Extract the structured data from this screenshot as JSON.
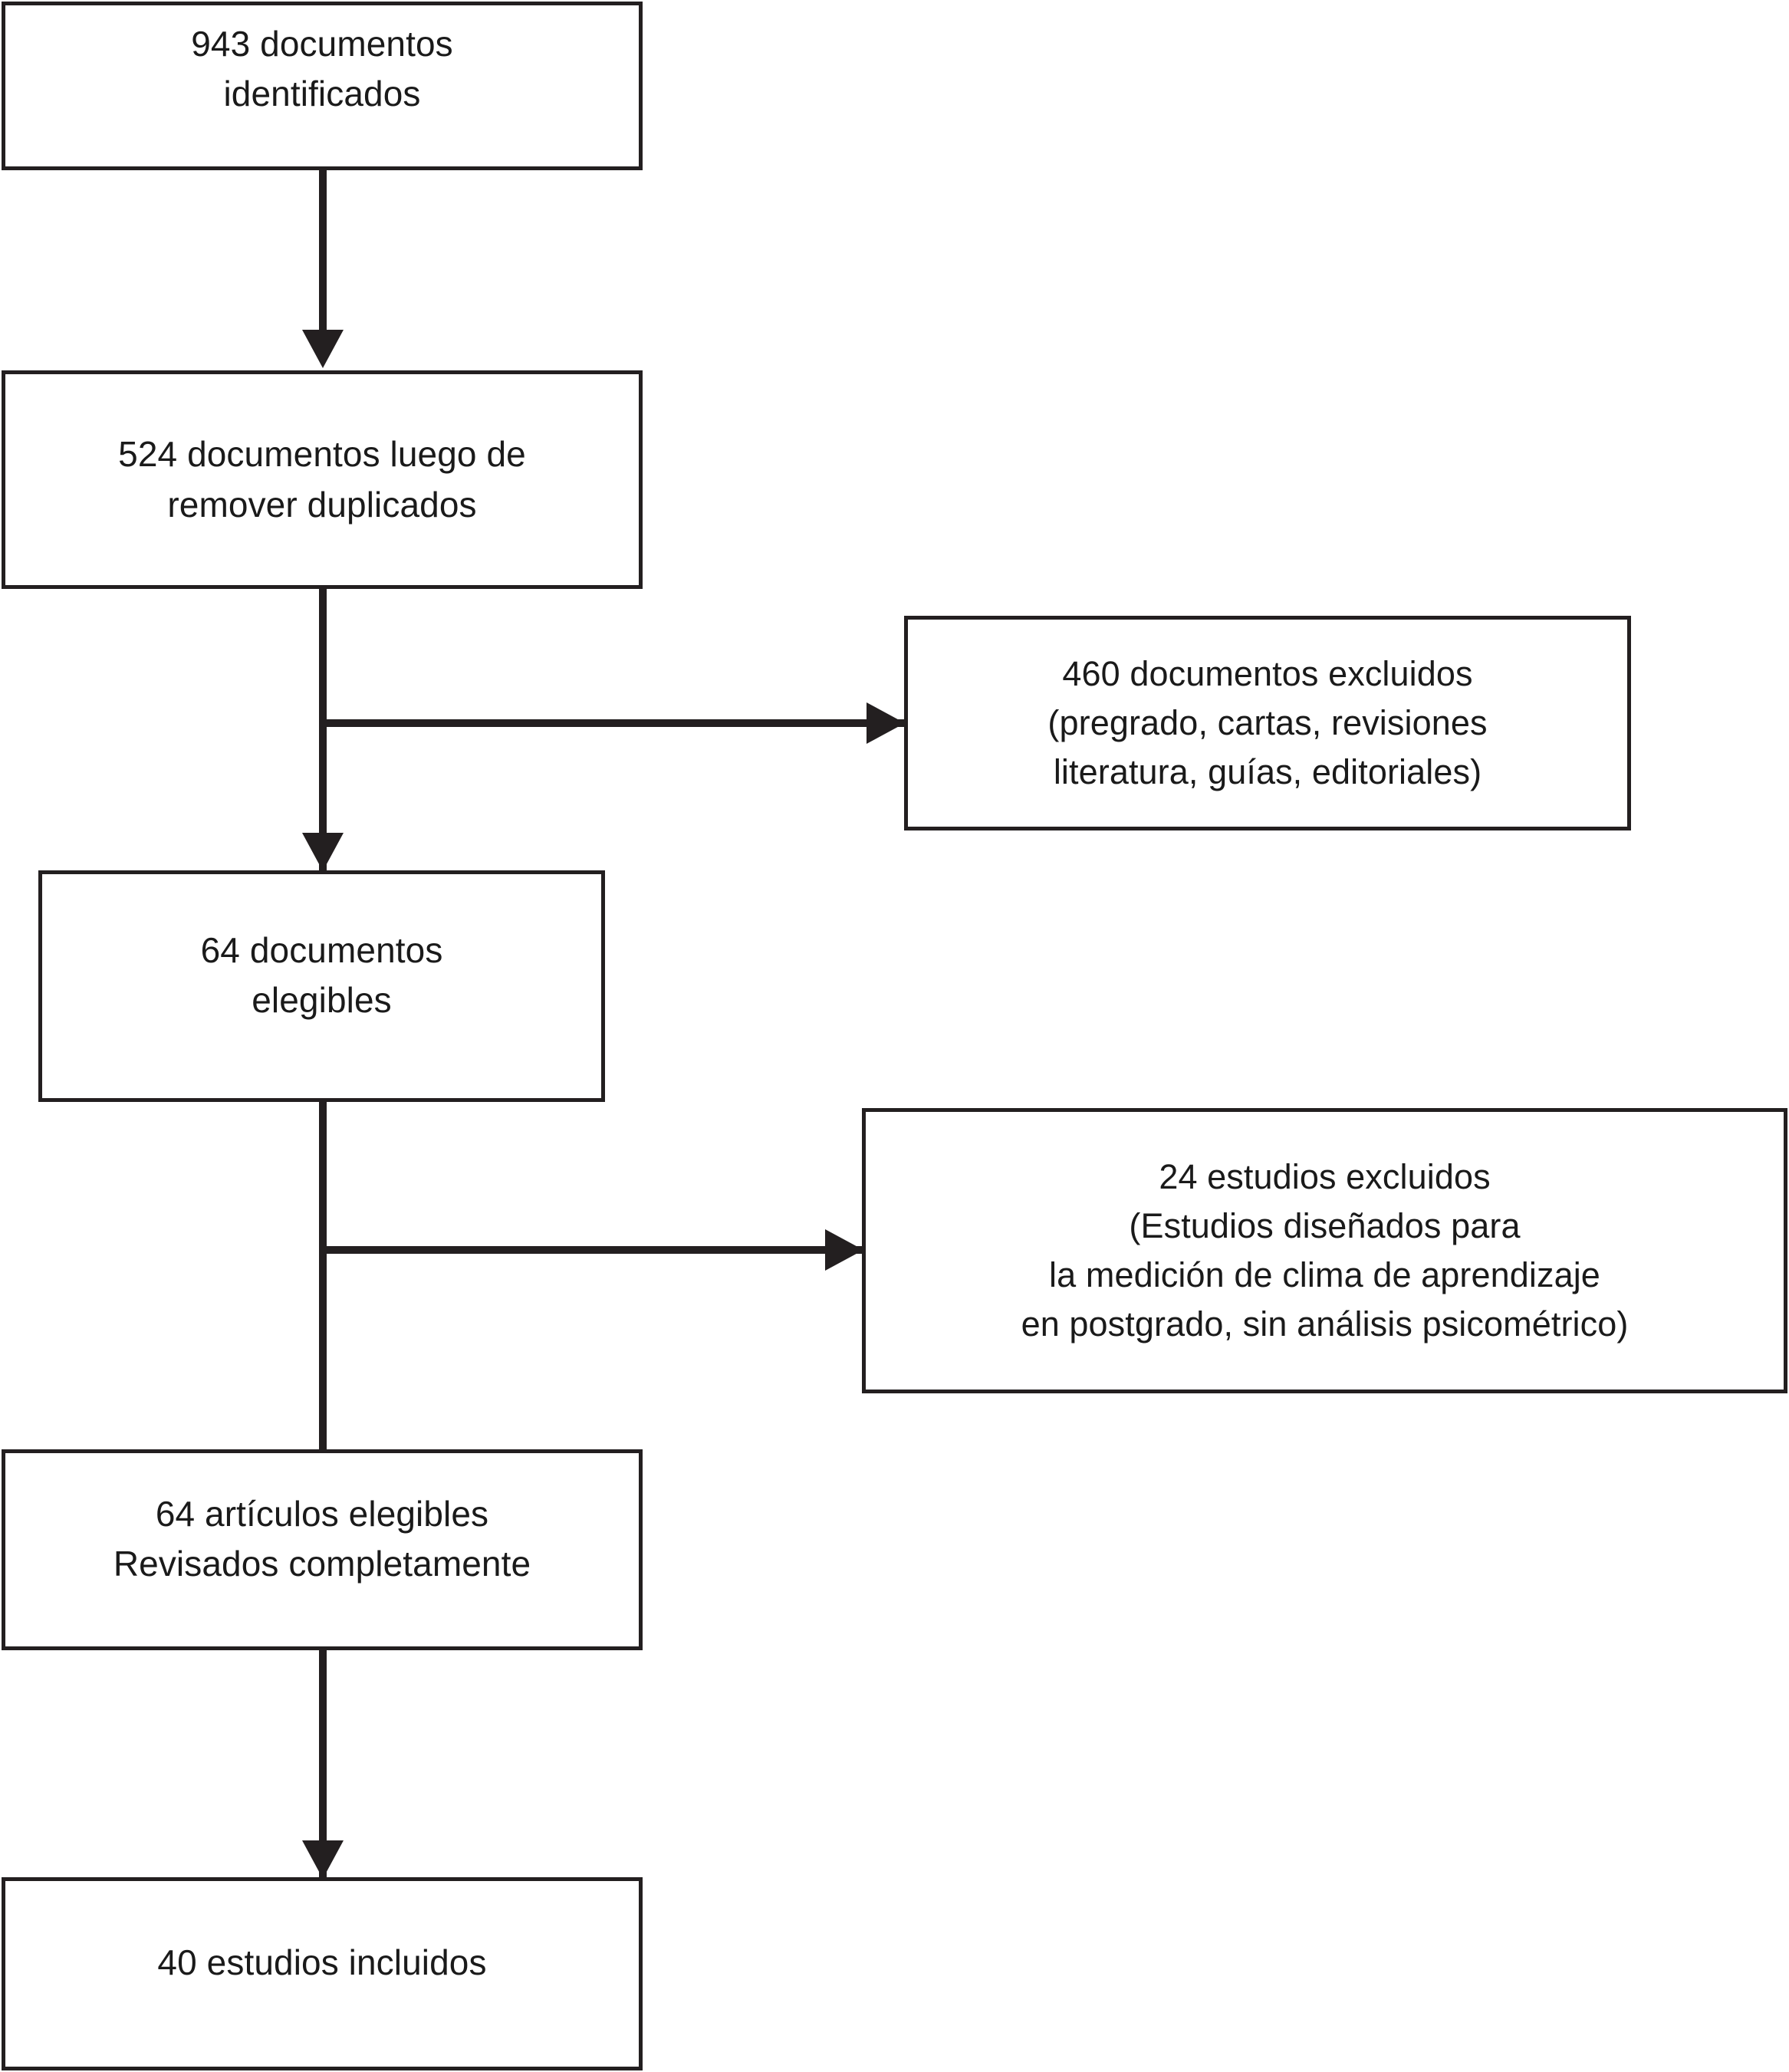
{
  "diagram": {
    "title": "PRISMA flow diagram - seleccion de documentos",
    "language": "es",
    "colors": {
      "stroke": "#231f20",
      "text": "#1a1a1a",
      "background": "#ffffff"
    },
    "nodes": [
      {
        "id": "identified",
        "label": "943 documentos\nidentificados",
        "count": 943,
        "stage": "identificacion"
      },
      {
        "id": "duplicates_removed",
        "label": "524 documentos luego de\nremover duplicados",
        "count": 524,
        "stage": "cribado"
      },
      {
        "id": "excluded_documents",
        "label": "460 documentos excluidos\n(pregrado, cartas, revisiones\nliteratura, guías, editoriales)",
        "count": 460,
        "stage": "exclusion"
      },
      {
        "id": "eligible_documents",
        "label": "64 documentos\nelegibles",
        "count": 64,
        "stage": "elegibilidad"
      },
      {
        "id": "excluded_studies",
        "label": "24 estudios excluidos\n(Estudios diseñados para\nla medición de clima de aprendizaje\nen postgrado, sin análisis psicométrico)",
        "count": 24,
        "stage": "exclusion"
      },
      {
        "id": "fulltext_reviewed",
        "label": "64 artículos elegibles\nRevisados completamente",
        "count": 64,
        "stage": "elegibilidad"
      },
      {
        "id": "included_studies",
        "label": "40 estudios incluidos",
        "count": 40,
        "stage": "inclusion"
      }
    ],
    "connectors": [
      {
        "id": "identified-to-duplicates",
        "from": "identified",
        "to": "duplicates_removed",
        "direction": "down"
      },
      {
        "id": "duplicates-to-eligible",
        "from": "duplicates_removed",
        "to": "eligible_documents",
        "direction": "down"
      },
      {
        "id": "duplicates-to-excluded",
        "from": "duplicates_removed",
        "to": "excluded_documents",
        "direction": "right"
      },
      {
        "id": "eligible-to-fulltext",
        "from": "eligible_documents",
        "to": "fulltext_reviewed",
        "direction": "down"
      },
      {
        "id": "eligible-to-excluded-studies",
        "from": "eligible_documents",
        "to": "excluded_studies",
        "direction": "right"
      },
      {
        "id": "fulltext-to-included",
        "from": "fulltext_reviewed",
        "to": "included_studies",
        "direction": "down"
      }
    ]
  }
}
